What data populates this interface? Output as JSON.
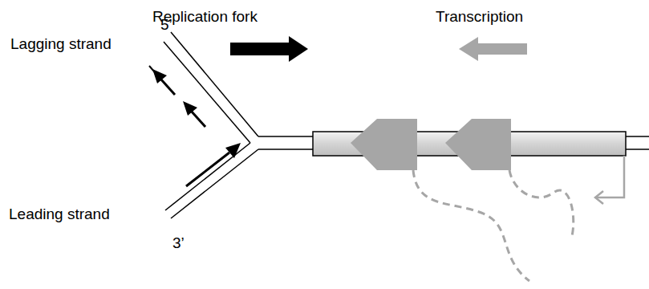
{
  "diagram": {
    "labels": [
      "Replication fork",
      "Transcription",
      "5’",
      "Lagging strand",
      "Leading strand",
      "3’"
    ]
  }
}
